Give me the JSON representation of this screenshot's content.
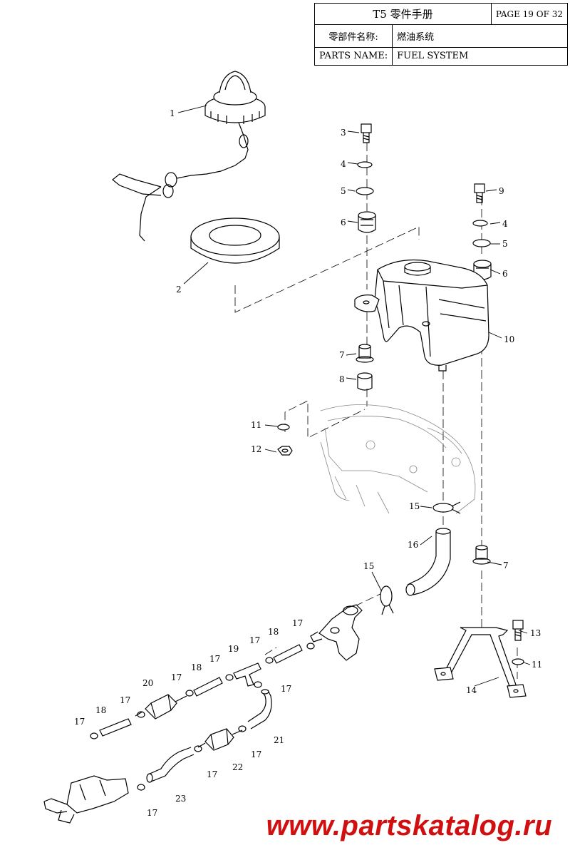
{
  "title_block": {
    "manual_title": "T5 零件手册",
    "page": "PAGE 19 OF 32",
    "cn_label": "零部件名称:",
    "cn_value": "燃油系统",
    "en_label": "PARTS NAME:",
    "en_value": "FUEL SYSTEM"
  },
  "callouts": {
    "n1": "1",
    "n2": "2",
    "n3": "3",
    "n4a": "4",
    "n4b": "4",
    "n5a": "5",
    "n5b": "5",
    "n6a": "6",
    "n6b": "6",
    "n7a": "7",
    "n7b": "7",
    "n8": "8",
    "n9": "9",
    "n10": "10",
    "n11a": "11",
    "n11b": "11",
    "n12": "12",
    "n13": "13",
    "n14": "14",
    "n15a": "15",
    "n15b": "15",
    "n16": "16",
    "n17a": "17",
    "n17b": "17",
    "n17c": "17",
    "n17d": "17",
    "n17e": "17",
    "n17f": "17",
    "n17g": "17",
    "n17h": "17",
    "n17i": "17",
    "n17j": "17",
    "n18a": "18",
    "n18b": "18",
    "n18c": "18",
    "n19": "19",
    "n20": "20",
    "n21": "21",
    "n22": "22",
    "n23": "23"
  },
  "watermark": "www.partskatalog.ru"
}
